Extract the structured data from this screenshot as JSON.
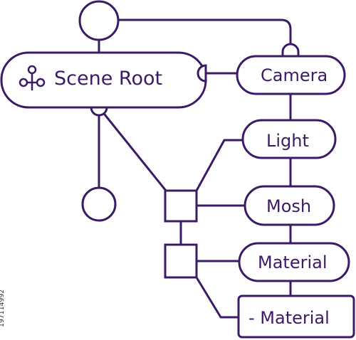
{
  "diagram": {
    "colors": {
      "stroke": "#3b1a66",
      "fill": "#ffffff",
      "text": "#3b1a66"
    },
    "nodes": {
      "scene_root": {
        "label": "Scene Root",
        "icon": "tree-icon"
      },
      "camera": {
        "label": "Camera"
      },
      "light": {
        "label": "Light"
      },
      "mosh": {
        "label": "Mosh"
      },
      "material": {
        "label": "Material"
      },
      "sub_material": {
        "label": "- Material"
      }
    }
  },
  "watermark": {
    "stock_id": "197114992"
  }
}
